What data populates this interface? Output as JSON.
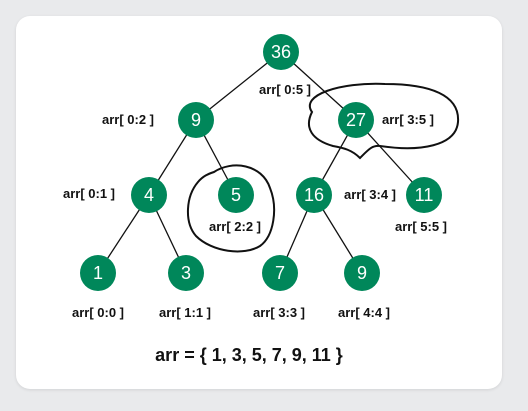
{
  "colors": {
    "node_fill": "#00875a",
    "edge": "#111111",
    "highlight_stroke": "#111111",
    "card": "#ffffff",
    "background": "#e9eaec"
  },
  "tree": {
    "nodes": [
      {
        "id": "n36",
        "value": "36",
        "range": "arr[ 0:5 ]"
      },
      {
        "id": "n9",
        "value": "9",
        "range": "arr[ 0:2 ]"
      },
      {
        "id": "n27",
        "value": "27",
        "range": "arr[ 3:5 ]"
      },
      {
        "id": "n4",
        "value": "4",
        "range": "arr[ 0:1 ]"
      },
      {
        "id": "n5",
        "value": "5",
        "range": "arr[ 2:2 ]"
      },
      {
        "id": "n16",
        "value": "16",
        "range": "arr[ 3:4 ]"
      },
      {
        "id": "n11",
        "value": "11",
        "range": "arr[ 5:5 ]"
      },
      {
        "id": "n1",
        "value": "1",
        "range": "arr[ 0:0 ]"
      },
      {
        "id": "n3",
        "value": "3",
        "range": "arr[ 1:1 ]"
      },
      {
        "id": "n7",
        "value": "7",
        "range": "arr[ 3:3 ]"
      },
      {
        "id": "n9b",
        "value": "9",
        "range": "arr[ 4:4 ]"
      }
    ],
    "edges": [
      [
        "n36",
        "n9"
      ],
      [
        "n36",
        "n27"
      ],
      [
        "n9",
        "n4"
      ],
      [
        "n9",
        "n5"
      ],
      [
        "n27",
        "n16"
      ],
      [
        "n27",
        "n11"
      ],
      [
        "n4",
        "n1"
      ],
      [
        "n4",
        "n3"
      ],
      [
        "n16",
        "n7"
      ],
      [
        "n16",
        "n9b"
      ]
    ],
    "highlighted": [
      "n27",
      "n5"
    ]
  },
  "array_caption": "arr = { 1, 3, 5, 7, 9, 11 }"
}
